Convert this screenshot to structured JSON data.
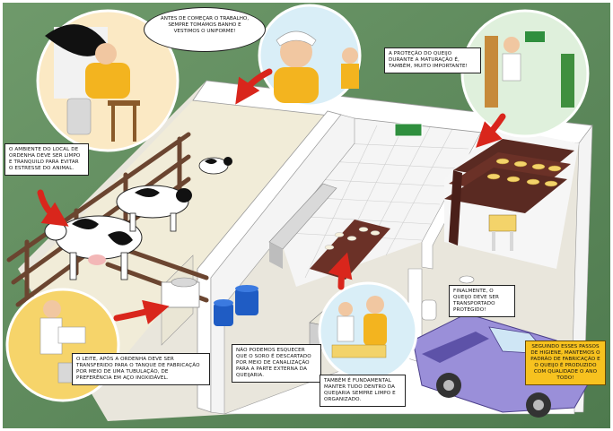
{
  "captions": {
    "uniform": "Antes de começar o trabalho, sempre tomamos banho e vestimos o uniforme!",
    "maturation": "A proteção do queijo durante a maturação é, também, muito importante!",
    "milking_area": "O ambiente do local de ordenha deve ser limpo e tranquilo para evitar o estresse do animal.",
    "milk_transfer": "O leite, após a ordenha deve ser transferido para o tanque de fabricação por meio de uma tubulação, de preferência em aço inoxidável.",
    "whey": "Não podemos esquecer que o soro é descartado por meio de canalização para a parte externa da queijaria.",
    "clean": "Também é fundamental manter tudo dentro da queijaria sempre limpo e organizado.",
    "transport": "Finalmente, o queijo deve ser transportado protegido!",
    "quality": "Seguindo esses passos de higiene, mantemos o padrão de fabricação e o queijo é produzido com qualidade o ano todo!"
  },
  "colors": {
    "background": "#5e8a5c",
    "floor": "#f1ecd8",
    "wall": "#ffffff",
    "fence": "#6b4530",
    "arrow": "#d9261c",
    "highlight": "#f7c21f",
    "truck": "#9a8fd9",
    "shelf": "#5a2a22",
    "cheese": "#f3d36a"
  }
}
